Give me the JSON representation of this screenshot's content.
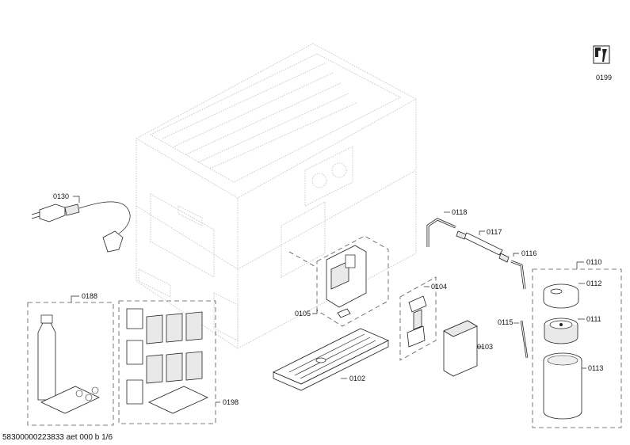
{
  "parts": [
    {
      "id": "0199",
      "label": "0199"
    },
    {
      "id": "0130",
      "label": "0130"
    },
    {
      "id": "0118",
      "label": "0118"
    },
    {
      "id": "0117",
      "label": "0117"
    },
    {
      "id": "0116",
      "label": "0116"
    },
    {
      "id": "0110",
      "label": "0110"
    },
    {
      "id": "0112",
      "label": "0112"
    },
    {
      "id": "0111",
      "label": "0111"
    },
    {
      "id": "0113",
      "label": "0113"
    },
    {
      "id": "0115",
      "label": "0115"
    },
    {
      "id": "0104",
      "label": "0104"
    },
    {
      "id": "0105",
      "label": "0105"
    },
    {
      "id": "0103",
      "label": "0103"
    },
    {
      "id": "0102",
      "label": "0102"
    },
    {
      "id": "0188",
      "label": "0188"
    },
    {
      "id": "0198",
      "label": "0198"
    }
  ],
  "footer_text": "58300000223833 aet 000 b 1/6",
  "icon": {
    "name": "service-wrench-icon"
  }
}
